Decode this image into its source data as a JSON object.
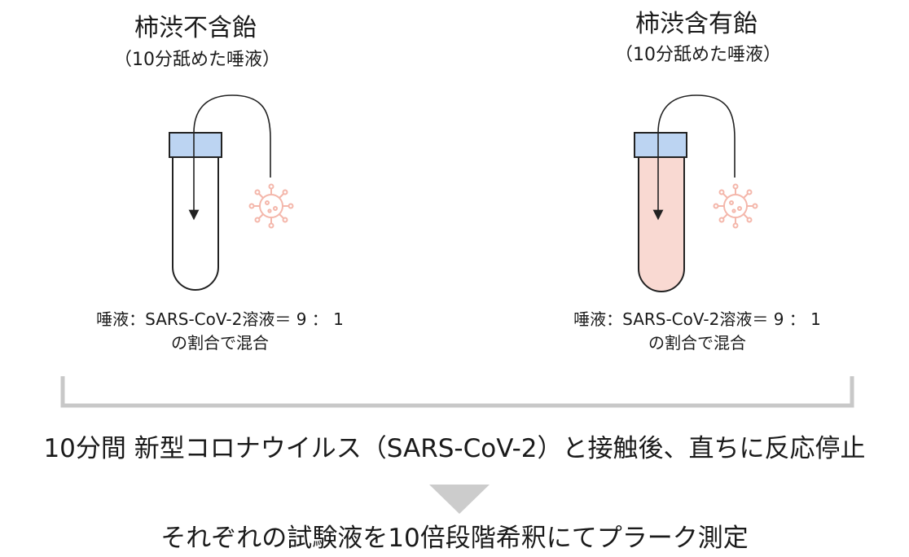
{
  "left": {
    "title": "柿渋不含飴",
    "subtitle": "（10分舐めた唾液）",
    "caption_line1": "唾液：SARS-CoV-2溶液＝ 9 ： 1",
    "caption_line2": "の割合で混合",
    "tube_fill": "#ffffff"
  },
  "right": {
    "title": "柿渋含有飴",
    "subtitle": "（10分舐めた唾液）",
    "caption_line1": "唾液：SARS-CoV-2溶液＝ 9 ： 1",
    "caption_line2": "の割合で混合",
    "tube_fill": "#f9d9d2"
  },
  "colors": {
    "cap": "#bcd4f2",
    "virus": "#f4b7ab",
    "bracket": "#c8c8c8",
    "arrow": "#cccccc"
  },
  "step1": "10分間 新型コロナウイルス（SARS-CoV-2）と接触後、直ちに反応停止",
  "step2": "それぞれの試験液を10倍段階希釈にてプラーク測定"
}
